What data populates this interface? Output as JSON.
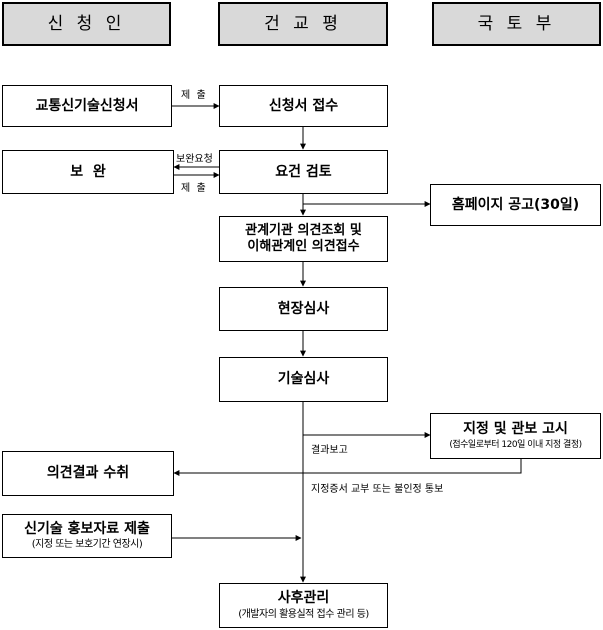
{
  "headers": {
    "applicant": "신 청 인",
    "kaia": "건 교 평",
    "ministry": "국 토 부"
  },
  "boxes": {
    "application_form": "교통신기술신청서",
    "receipt": "신청서 접수",
    "supplement": "보  완",
    "requirement_review": "요건 검토",
    "homepage_notice": "홈페이지 공고(30일)",
    "opinion_line1": "관계기관 의견조회 및",
    "opinion_line2": "이해관계인 의견접수",
    "field_review": "현장심사",
    "tech_review": "기술심사",
    "designation_title": "지정 및 관보 고시",
    "designation_sub": "(접수일로부터 120일 이내 지정 결정)",
    "opinion_result": "의견결과 수취",
    "promo_title": "신기술 홍보자료 제출",
    "promo_sub": "(지정 또는 보호기간 연장시)",
    "aftercare_title": "사후관리",
    "aftercare_sub": "(개발자의 활용실적 접수 관리 등)"
  },
  "labels": {
    "submit_1": "제  출",
    "supplement_request": "보완요청",
    "submit_2": "제  출",
    "result_report": "결과보고",
    "notice": "지정증서 교부 또는 불인정 통보"
  }
}
